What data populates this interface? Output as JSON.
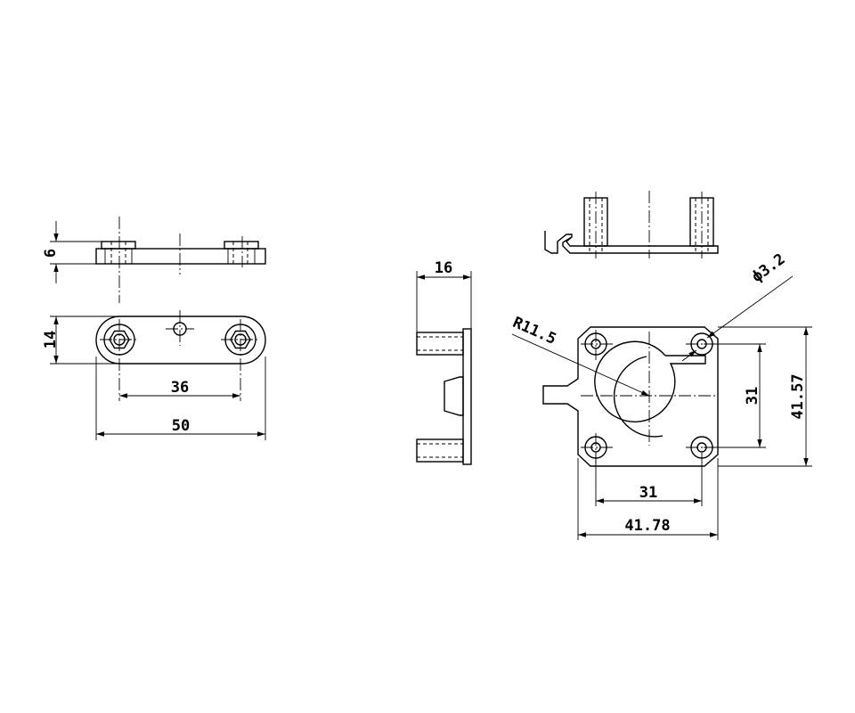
{
  "dimensions": {
    "thickness": "6",
    "height_small": "14",
    "hole_spacing_small": "36",
    "length_small": "50",
    "depth_side": "16",
    "radius": "R11.5",
    "hole_dia": "ϕ3.2",
    "hole_spacing_vertical": "31",
    "height_large": "41.57",
    "hole_spacing_horizontal": "31",
    "width_large": "41.78"
  },
  "colors": {
    "line": "#000000",
    "background": "#ffffff"
  }
}
